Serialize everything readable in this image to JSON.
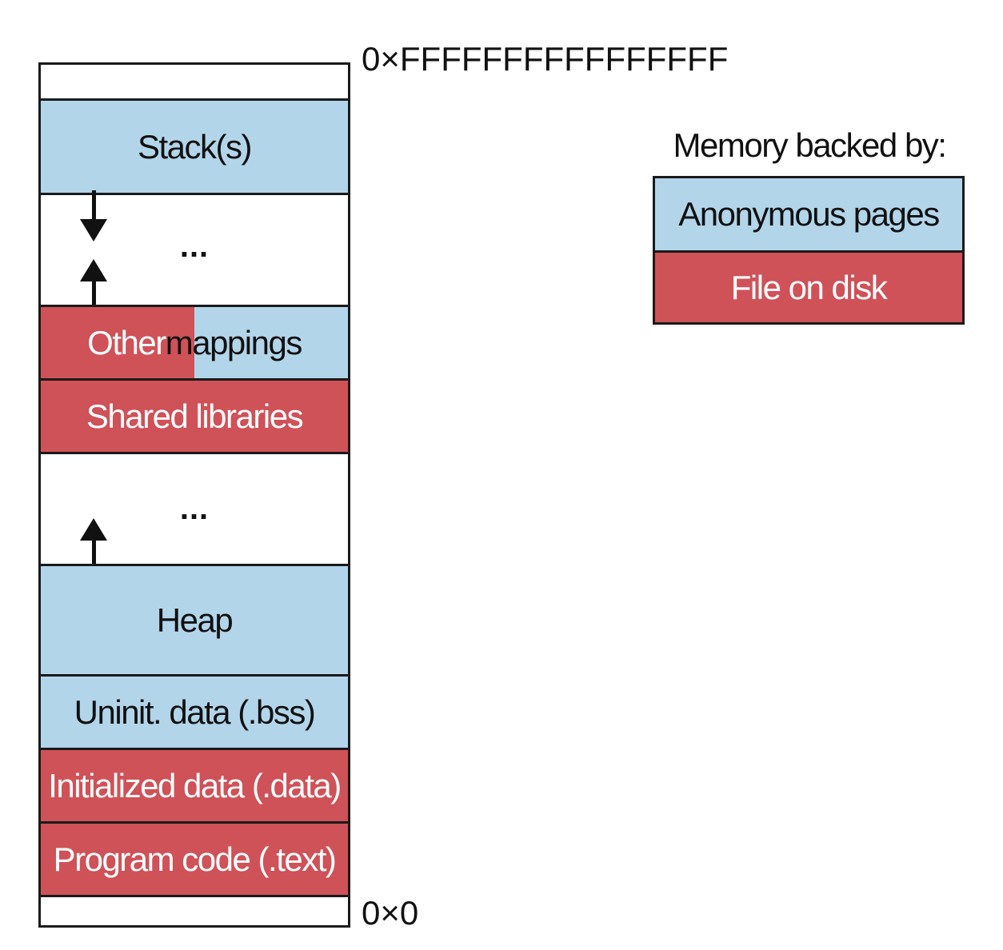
{
  "address_top": "0×FFFFFFFFFFFFFFFF",
  "address_bottom": "0×0",
  "segments": {
    "stack": "Stack(s)",
    "gap_upper": "...",
    "other_mappings": {
      "left": "Other",
      "right": "mappings"
    },
    "shared_libraries": "Shared libraries",
    "gap_lower": "...",
    "heap": "Heap",
    "bss": "Uninit. data (.bss)",
    "data": "Initialized data (.data)",
    "text": "Program code (.text)"
  },
  "legend": {
    "title": "Memory backed by:",
    "anonymous": "Anonymous pages",
    "file": "File on disk"
  },
  "colors": {
    "anonymous_pages": "#b2d5ea",
    "file_on_disk": "#cf5258",
    "outline": "#1a1a1a"
  }
}
